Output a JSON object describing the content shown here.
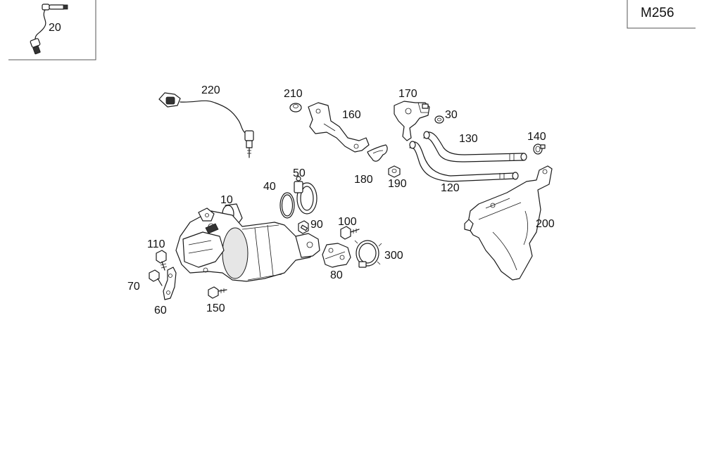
{
  "engine_code": "M256",
  "parts": [
    {
      "id": "p10",
      "label": "10"
    },
    {
      "id": "p20",
      "label": "20"
    },
    {
      "id": "p30",
      "label": "30"
    },
    {
      "id": "p40",
      "label": "40"
    },
    {
      "id": "p50",
      "label": "50"
    },
    {
      "id": "p60",
      "label": "60"
    },
    {
      "id": "p70",
      "label": "70"
    },
    {
      "id": "p80",
      "label": "80"
    },
    {
      "id": "p90",
      "label": "90"
    },
    {
      "id": "p100",
      "label": "100"
    },
    {
      "id": "p110",
      "label": "110"
    },
    {
      "id": "p120",
      "label": "120"
    },
    {
      "id": "p130",
      "label": "130"
    },
    {
      "id": "p140",
      "label": "140"
    },
    {
      "id": "p150",
      "label": "150"
    },
    {
      "id": "p160",
      "label": "160"
    },
    {
      "id": "p170",
      "label": "170"
    },
    {
      "id": "p180",
      "label": "180"
    },
    {
      "id": "p190",
      "label": "190"
    },
    {
      "id": "p200",
      "label": "200"
    },
    {
      "id": "p210",
      "label": "210"
    },
    {
      "id": "p220",
      "label": "220"
    },
    {
      "id": "p300",
      "label": "300"
    }
  ]
}
